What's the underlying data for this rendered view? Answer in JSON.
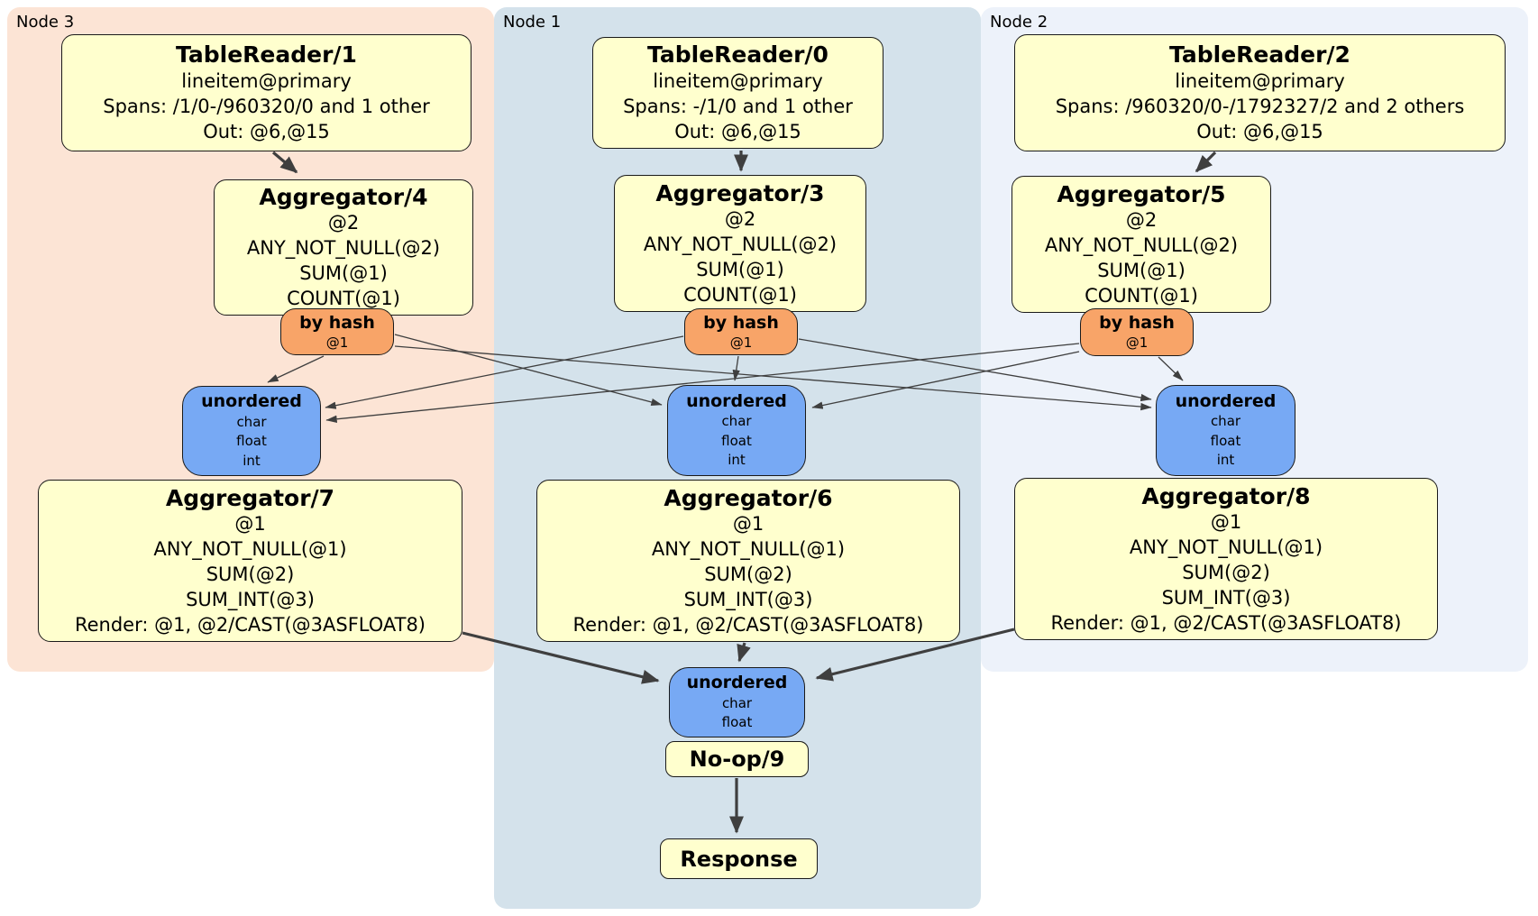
{
  "colors": {
    "node3_bg": "#fce4d5",
    "node1_bg": "#d4e2eb",
    "node2_bg": "#edf2fa",
    "processor_yellow": "#ffffce",
    "router_orange": "#f8a468",
    "stream_blue": "#77a9f4",
    "edge_gray": "#3f3f3f"
  },
  "nodes": {
    "node3": {
      "label": "Node 3",
      "table_reader": {
        "title": "TableReader/1",
        "lines": [
          "lineitem@primary",
          "Spans: /1/0-/960320/0 and 1 other",
          "Out: @6,@15"
        ]
      },
      "aggregator_top": {
        "title": "Aggregator/4",
        "lines": [
          "@2",
          "ANY_NOT_NULL(@2)",
          "SUM(@1)",
          "COUNT(@1)"
        ]
      },
      "router": {
        "title": "by hash",
        "key": "@1"
      },
      "stream": {
        "title": "unordered",
        "types": [
          "char",
          "float",
          "int"
        ]
      },
      "aggregator_final": {
        "title": "Aggregator/7",
        "lines": [
          "@1",
          "ANY_NOT_NULL(@1)",
          "SUM(@2)",
          "SUM_INT(@3)",
          "Render: @1, @2/CAST(@3ASFLOAT8)"
        ]
      }
    },
    "node1": {
      "label": "Node 1",
      "table_reader": {
        "title": "TableReader/0",
        "lines": [
          "lineitem@primary",
          "Spans: -/1/0 and 1 other",
          "Out: @6,@15"
        ]
      },
      "aggregator_top": {
        "title": "Aggregator/3",
        "lines": [
          "@2",
          "ANY_NOT_NULL(@2)",
          "SUM(@1)",
          "COUNT(@1)"
        ]
      },
      "router": {
        "title": "by hash",
        "key": "@1"
      },
      "stream": {
        "title": "unordered",
        "types": [
          "char",
          "float",
          "int"
        ]
      },
      "aggregator_final": {
        "title": "Aggregator/6",
        "lines": [
          "@1",
          "ANY_NOT_NULL(@1)",
          "SUM(@2)",
          "SUM_INT(@3)",
          "Render: @1, @2/CAST(@3ASFLOAT8)"
        ]
      },
      "merge_stream": {
        "title": "unordered",
        "types": [
          "char",
          "float"
        ]
      },
      "noop": {
        "title": "No-op/9"
      },
      "response": {
        "title": "Response"
      }
    },
    "node2": {
      "label": "Node 2",
      "table_reader": {
        "title": "TableReader/2",
        "lines": [
          "lineitem@primary",
          "Spans: /960320/0-/1792327/2 and 2 others",
          "Out: @6,@15"
        ]
      },
      "aggregator_top": {
        "title": "Aggregator/5",
        "lines": [
          "@2",
          "ANY_NOT_NULL(@2)",
          "SUM(@1)",
          "COUNT(@1)"
        ]
      },
      "router": {
        "title": "by hash",
        "key": "@1"
      },
      "stream": {
        "title": "unordered",
        "types": [
          "char",
          "float",
          "int"
        ]
      },
      "aggregator_final": {
        "title": "Aggregator/8",
        "lines": [
          "@1",
          "ANY_NOT_NULL(@1)",
          "SUM(@2)",
          "SUM_INT(@3)",
          "Render: @1, @2/CAST(@3ASFLOAT8)"
        ]
      }
    }
  }
}
